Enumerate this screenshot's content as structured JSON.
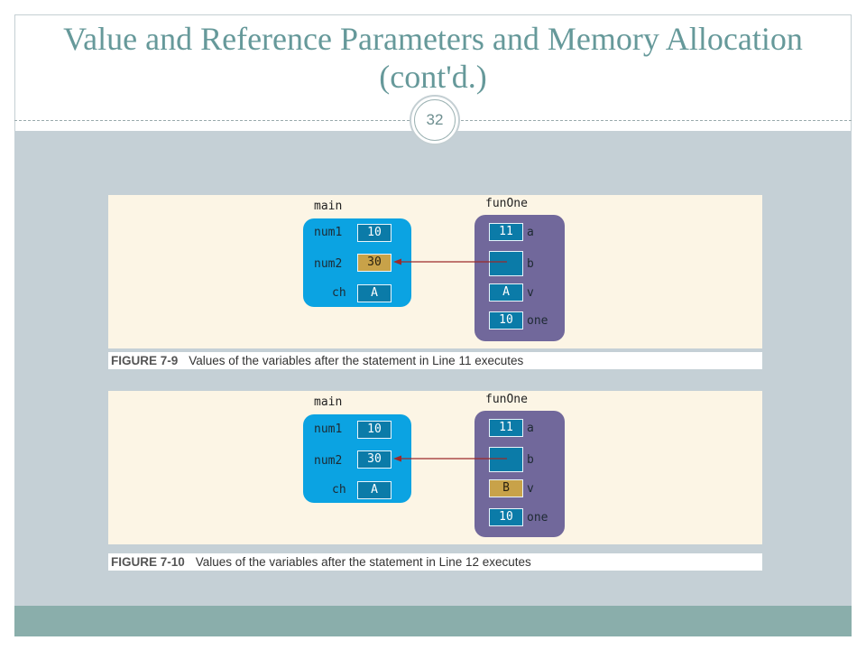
{
  "slide": {
    "title": "Value and Reference Parameters and Memory Allocation (cont'd.)",
    "page_number": "32"
  },
  "figures": [
    {
      "caption_number": "FIGURE 7-9",
      "caption_text": "Values of the variables after the statement in Line 11 executes",
      "main_label": "main",
      "fun_label": "funOne",
      "main_vars": [
        {
          "name": "num1",
          "value": "10",
          "highlighted": false
        },
        {
          "name": "num2",
          "value": "30",
          "highlighted": true
        },
        {
          "name": "ch",
          "value": "A",
          "highlighted": false
        }
      ],
      "fun_params": [
        {
          "name": "a",
          "value": "11",
          "highlighted": false
        },
        {
          "name": "b",
          "value": "",
          "highlighted": false
        },
        {
          "name": "v",
          "value": "A",
          "highlighted": false
        },
        {
          "name": "one",
          "value": "10",
          "highlighted": false
        }
      ]
    },
    {
      "caption_number": "FIGURE 7-10",
      "caption_text": "Values of the variables after the statement in Line 12 executes",
      "main_label": "main",
      "fun_label": "funOne",
      "main_vars": [
        {
          "name": "num1",
          "value": "10",
          "highlighted": false
        },
        {
          "name": "num2",
          "value": "30",
          "highlighted": false
        },
        {
          "name": "ch",
          "value": "A",
          "highlighted": false
        }
      ],
      "fun_params": [
        {
          "name": "a",
          "value": "11",
          "highlighted": false
        },
        {
          "name": "b",
          "value": "",
          "highlighted": false
        },
        {
          "name": "v",
          "value": "B",
          "highlighted": true
        },
        {
          "name": "one",
          "value": "10",
          "highlighted": false
        }
      ]
    }
  ],
  "colors": {
    "main_frame": "#0ba3e2",
    "fun_frame": "#71689b",
    "cell": "#0b7ba8",
    "highlight": "#c8a249",
    "reference_arrow": "#9b2a2a"
  }
}
